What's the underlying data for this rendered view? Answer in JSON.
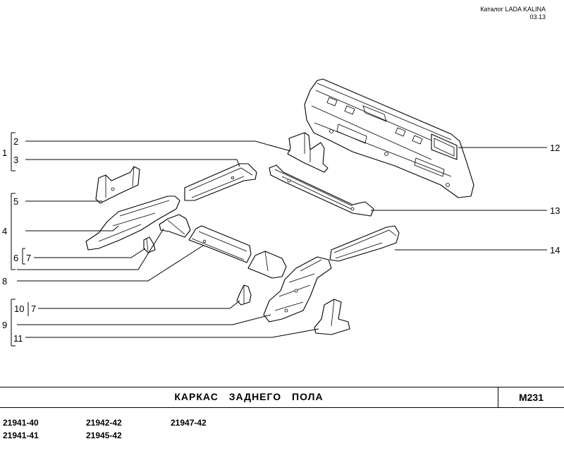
{
  "header": {
    "catalog": "Каталог LADA KALINA",
    "date": "03.13"
  },
  "callouts": {
    "c1": "1",
    "c2": "2",
    "c3": "3",
    "c4": "4",
    "c5": "5",
    "c6": "6",
    "c7a": "7",
    "c7b": "7",
    "c8": "8",
    "c9": "9",
    "c10": "10",
    "c11": "11",
    "c12": "12",
    "c13": "13",
    "c14": "14"
  },
  "title": {
    "text": "КАРКАС  ЗАДНЕГО  ПОЛА",
    "code": "M231"
  },
  "models": [
    "21941-40",
    "21942-42",
    "21947-42",
    "21941-41",
    "21945-42"
  ]
}
